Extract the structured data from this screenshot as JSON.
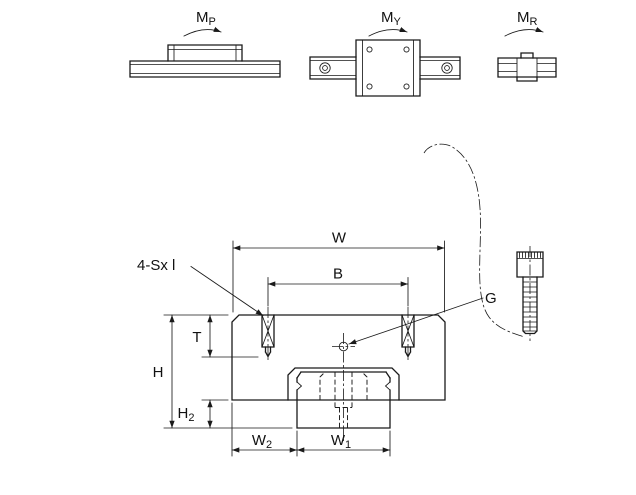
{
  "moment_views": {
    "pitch": {
      "symbol": "M",
      "sub": "P"
    },
    "yaw": {
      "symbol": "M",
      "sub": "Y"
    },
    "roll": {
      "symbol": "M",
      "sub": "R"
    }
  },
  "dimension_labels": {
    "overall_width": "W",
    "hole_pitch": "B",
    "mounting_thread_callout": "4-Sx l",
    "grease_hole": "G",
    "thread_depth": "T",
    "assembly_height": "H",
    "clearance_height": {
      "symbol": "H",
      "sub": "2"
    },
    "rail_edge_offset": {
      "symbol": "W",
      "sub": "2"
    },
    "rail_width": {
      "symbol": "W",
      "sub": "1"
    }
  },
  "colors": {
    "line": "#1a1a1a",
    "background": "#ffffff"
  }
}
